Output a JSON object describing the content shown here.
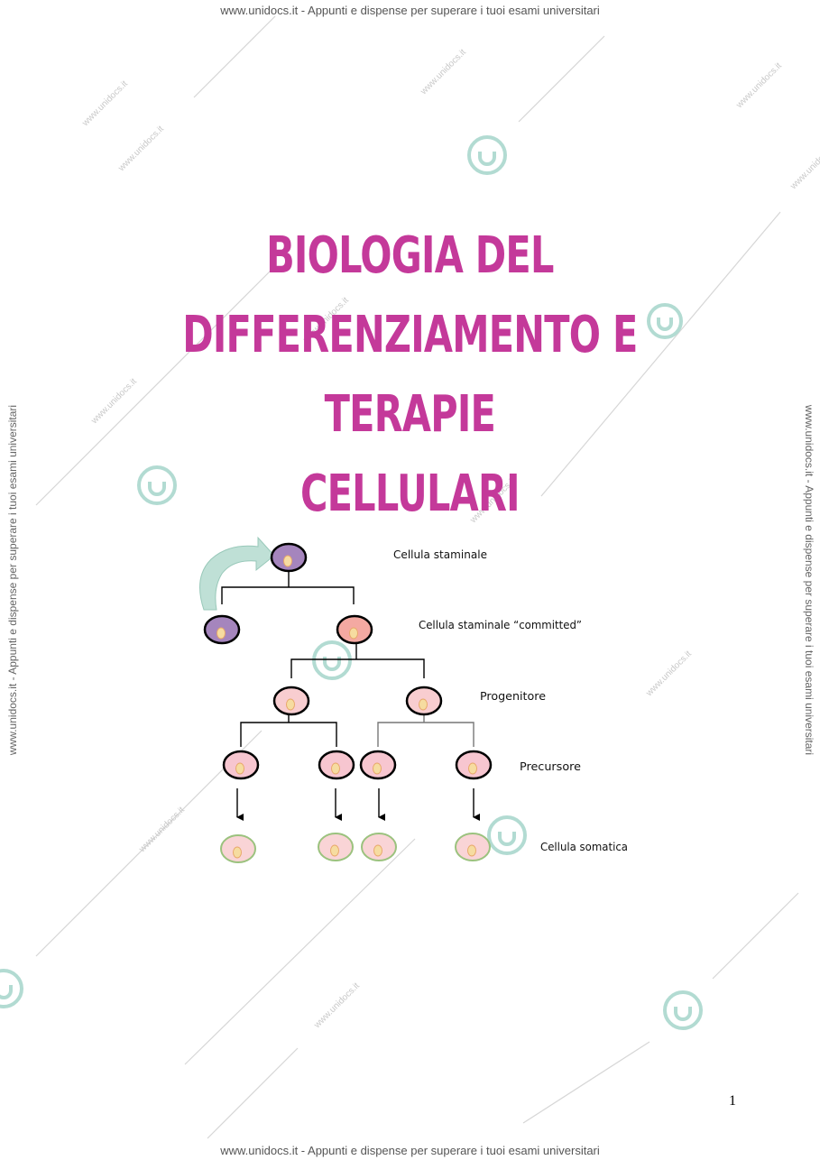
{
  "header": {
    "banner": "www.unidocs.it - Appunti e dispense per superare i tuoi esami universitari"
  },
  "footer": {
    "banner": "www.unidocs.it - Appunti e dispense per superare i tuoi esami universitari"
  },
  "side": {
    "banner": "www.unidocs.it - Appunti e dispense per superare i tuoi esami universitari"
  },
  "watermark": {
    "text": "www.unidocs.it",
    "icon": "unidocs-logo-icon"
  },
  "title": {
    "line1": "BIOLOGIA DEL",
    "line2": "DIFFERENZIAMENTO E TERAPIE",
    "line3": "CELLULARI"
  },
  "diagram": {
    "labels": {
      "stem": "Cellula staminale",
      "committed": "Cellula staminale “committed”",
      "progenitor": "Progenitore",
      "precursor": "Precursore",
      "somatic": "Cellula somatica"
    },
    "colors": {
      "stem": "#a585bd",
      "committed": "#f4a9a2",
      "progenitor": "#f8cdd0",
      "precursor": "#f7c6d0",
      "somatic": "#f9d4d6",
      "somatic_border": "#9bc27e",
      "nucleus": "#f6dca0",
      "arrow": "#a8d4c8",
      "title": "#c4399a"
    }
  },
  "page": {
    "number": "1"
  }
}
